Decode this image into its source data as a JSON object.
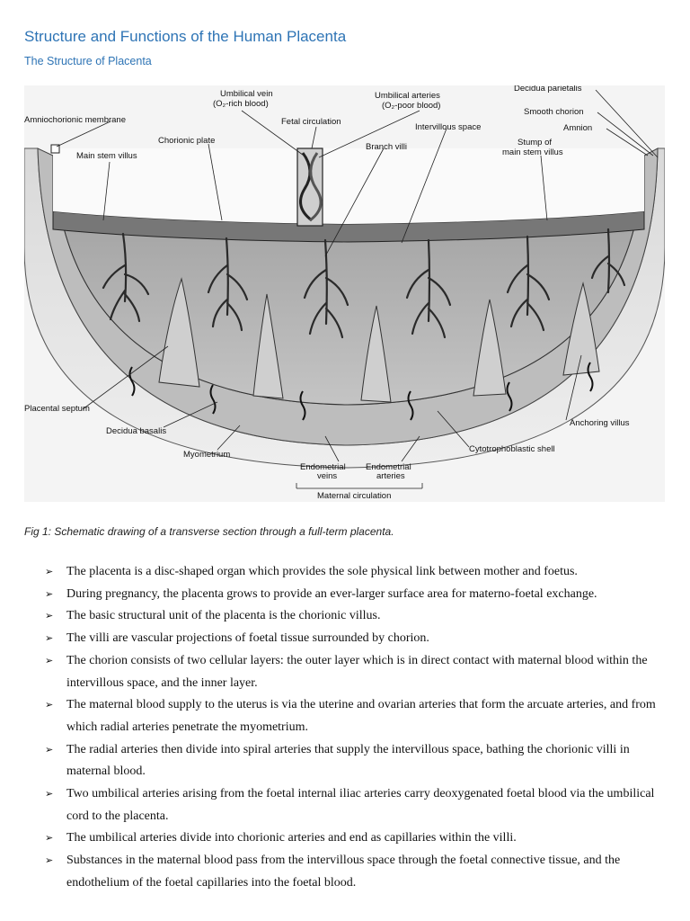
{
  "document": {
    "title": "Structure and Functions of the Human Placenta",
    "subtitle": "The Structure of Placenta",
    "figure": {
      "labels": {
        "umbilical_vein_1": "Umbilical vein",
        "umbilical_vein_2": "(O₂-rich blood)",
        "umbilical_arteries_1": "Umbilical arteries",
        "umbilical_arteries_2": "(O₂-poor blood)",
        "decidua_parietalis": "Decidua parietalis",
        "smooth_chorion": "Smooth chorion",
        "amnion": "Amnion",
        "amniochorionic_membrane": "Amniochorionic membrane",
        "fetal_circulation": "Fetal circulation",
        "intervillous_space": "Intervillous space",
        "chorionic_plate": "Chorionic plate",
        "branch_villi": "Branch villi",
        "stump_1": "Stump of",
        "stump_2": "main stem villus",
        "main_stem_villus": "Main stem villus",
        "placental_septum": "Placental septum",
        "anchoring_villus": "Anchoring villus",
        "decidua_basalis": "Decidua basalis",
        "cytotrophoblastic_shell": "Cytotrophoblastic shell",
        "myometrium": "Myometrium",
        "endometrial_veins_1": "Endometrial",
        "endometrial_veins_2": "veins",
        "endometrial_arteries_1": "Endometrial",
        "endometrial_arteries_2": "arteries",
        "maternal_circulation": "Maternal circulation"
      },
      "caption": "Fig 1: Schematic drawing of a transverse section through a full-term placenta."
    },
    "bullet_symbol": "➢",
    "bullets": [
      "The placenta is a disc-shaped organ which provides the sole physical link between mother and foetus.",
      "During pregnancy, the placenta grows to provide an ever-larger surface area for materno-foetal exchange.",
      "The basic structural unit of the placenta is the chorionic villus.",
      "The villi are vascular projections of foetal tissue surrounded by chorion.",
      "The chorion consists of two cellular layers: the outer layer which is in direct contact with maternal blood within the intervillous space, and the inner layer.",
      "The maternal blood supply to the uterus is via the uterine and ovarian arteries that form the arcuate arteries, and from which radial arteries penetrate the myometrium.",
      "The radial arteries then divide into spiral arteries that supply the intervillous space, bathing the chorionic villi in maternal blood.",
      "Two umbilical arteries arising from the foetal internal iliac arteries carry deoxygenated foetal blood via the umbilical cord to the placenta.",
      "The umbilical arteries divide into chorionic arteries and end as capillaries within the villi.",
      "Substances in the maternal blood pass from the intervillous space through the foetal connective tissue, and the endothelium of the foetal capillaries into the foetal blood."
    ]
  }
}
